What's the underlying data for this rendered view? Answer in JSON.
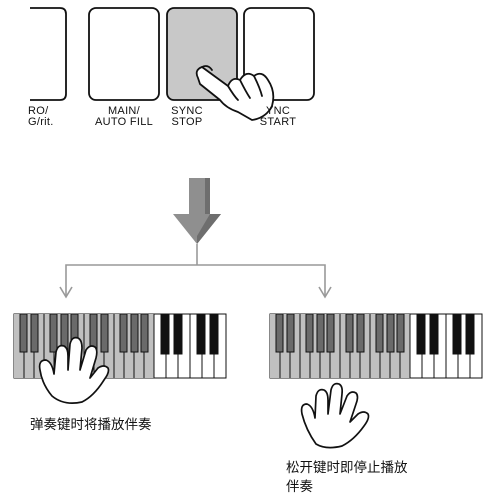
{
  "panel_buttons": [
    {
      "id": "intro-ending",
      "line1": "RO/",
      "line2": "G/rit."
    },
    {
      "id": "main-autofill",
      "line1": "MAIN/",
      "line2": "AUTO FILL"
    },
    {
      "id": "sync-stop",
      "line1": "SYNC",
      "line2": "STOP"
    },
    {
      "id": "sync-start",
      "line1": "YNC",
      "line2": "START"
    }
  ],
  "branches": {
    "left": {
      "caption": "弹奏键时将播放伴奏"
    },
    "right": {
      "caption_line1": "松开键时即停止播放",
      "caption_line2": "伴奏"
    }
  },
  "colors": {
    "pressed_button": "#c8c8c8",
    "arrow": "#8a8a8a",
    "keyboard_highlight": "#c0c0c0",
    "connector": "#999999"
  },
  "icons": [
    "pressing-finger-hand-icon",
    "hand-on-keys-icon",
    "released-hand-icon",
    "down-arrow-icon"
  ]
}
